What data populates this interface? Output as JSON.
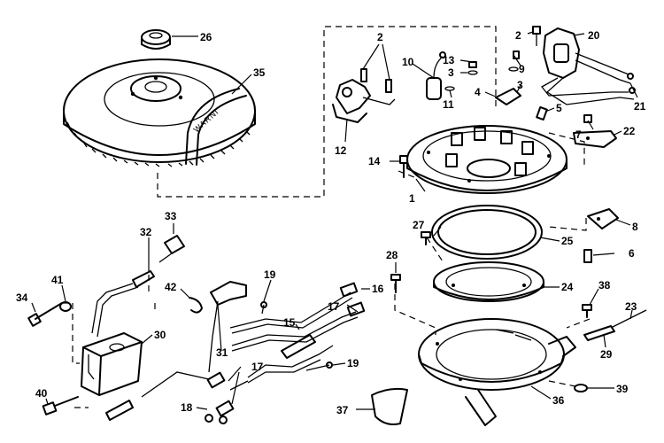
{
  "diagram": {
    "flywheel_text": "WARNI",
    "callouts": [
      {
        "id": "c26",
        "text": "26"
      },
      {
        "id": "c35",
        "text": "35"
      },
      {
        "id": "c2a",
        "text": "2"
      },
      {
        "id": "c10",
        "text": "10"
      },
      {
        "id": "c13",
        "text": "13"
      },
      {
        "id": "c3a",
        "text": "3"
      },
      {
        "id": "c9",
        "text": "9"
      },
      {
        "id": "c3b",
        "text": "3"
      },
      {
        "id": "c4",
        "text": "4"
      },
      {
        "id": "c11",
        "text": "11"
      },
      {
        "id": "c2b",
        "text": "2"
      },
      {
        "id": "c20",
        "text": "20"
      },
      {
        "id": "c21",
        "text": "21"
      },
      {
        "id": "c5",
        "text": "5"
      },
      {
        "id": "c7",
        "text": "7"
      },
      {
        "id": "c22",
        "text": "22"
      },
      {
        "id": "c12",
        "text": "12"
      },
      {
        "id": "c14",
        "text": "14"
      },
      {
        "id": "c1",
        "text": "1"
      },
      {
        "id": "c8",
        "text": "8"
      },
      {
        "id": "c27",
        "text": "27"
      },
      {
        "id": "c25",
        "text": "25"
      },
      {
        "id": "c6",
        "text": "6"
      },
      {
        "id": "c28",
        "text": "28"
      },
      {
        "id": "c24",
        "text": "24"
      },
      {
        "id": "c33",
        "text": "33"
      },
      {
        "id": "c32",
        "text": "32"
      },
      {
        "id": "c41",
        "text": "41"
      },
      {
        "id": "c34",
        "text": "34"
      },
      {
        "id": "c42",
        "text": "42"
      },
      {
        "id": "c19a",
        "text": "19"
      },
      {
        "id": "c16",
        "text": "16"
      },
      {
        "id": "c17a",
        "text": "17"
      },
      {
        "id": "c15",
        "text": "15"
      },
      {
        "id": "c38",
        "text": "38"
      },
      {
        "id": "c23",
        "text": "23"
      },
      {
        "id": "c30",
        "text": "30"
      },
      {
        "id": "c31",
        "text": "31"
      },
      {
        "id": "c17b",
        "text": "17"
      },
      {
        "id": "c19b",
        "text": "19"
      },
      {
        "id": "c29",
        "text": "29"
      },
      {
        "id": "c40",
        "text": "40"
      },
      {
        "id": "c18",
        "text": "18"
      },
      {
        "id": "c36",
        "text": "36"
      },
      {
        "id": "c39",
        "text": "39"
      },
      {
        "id": "c37",
        "text": "37"
      }
    ]
  }
}
